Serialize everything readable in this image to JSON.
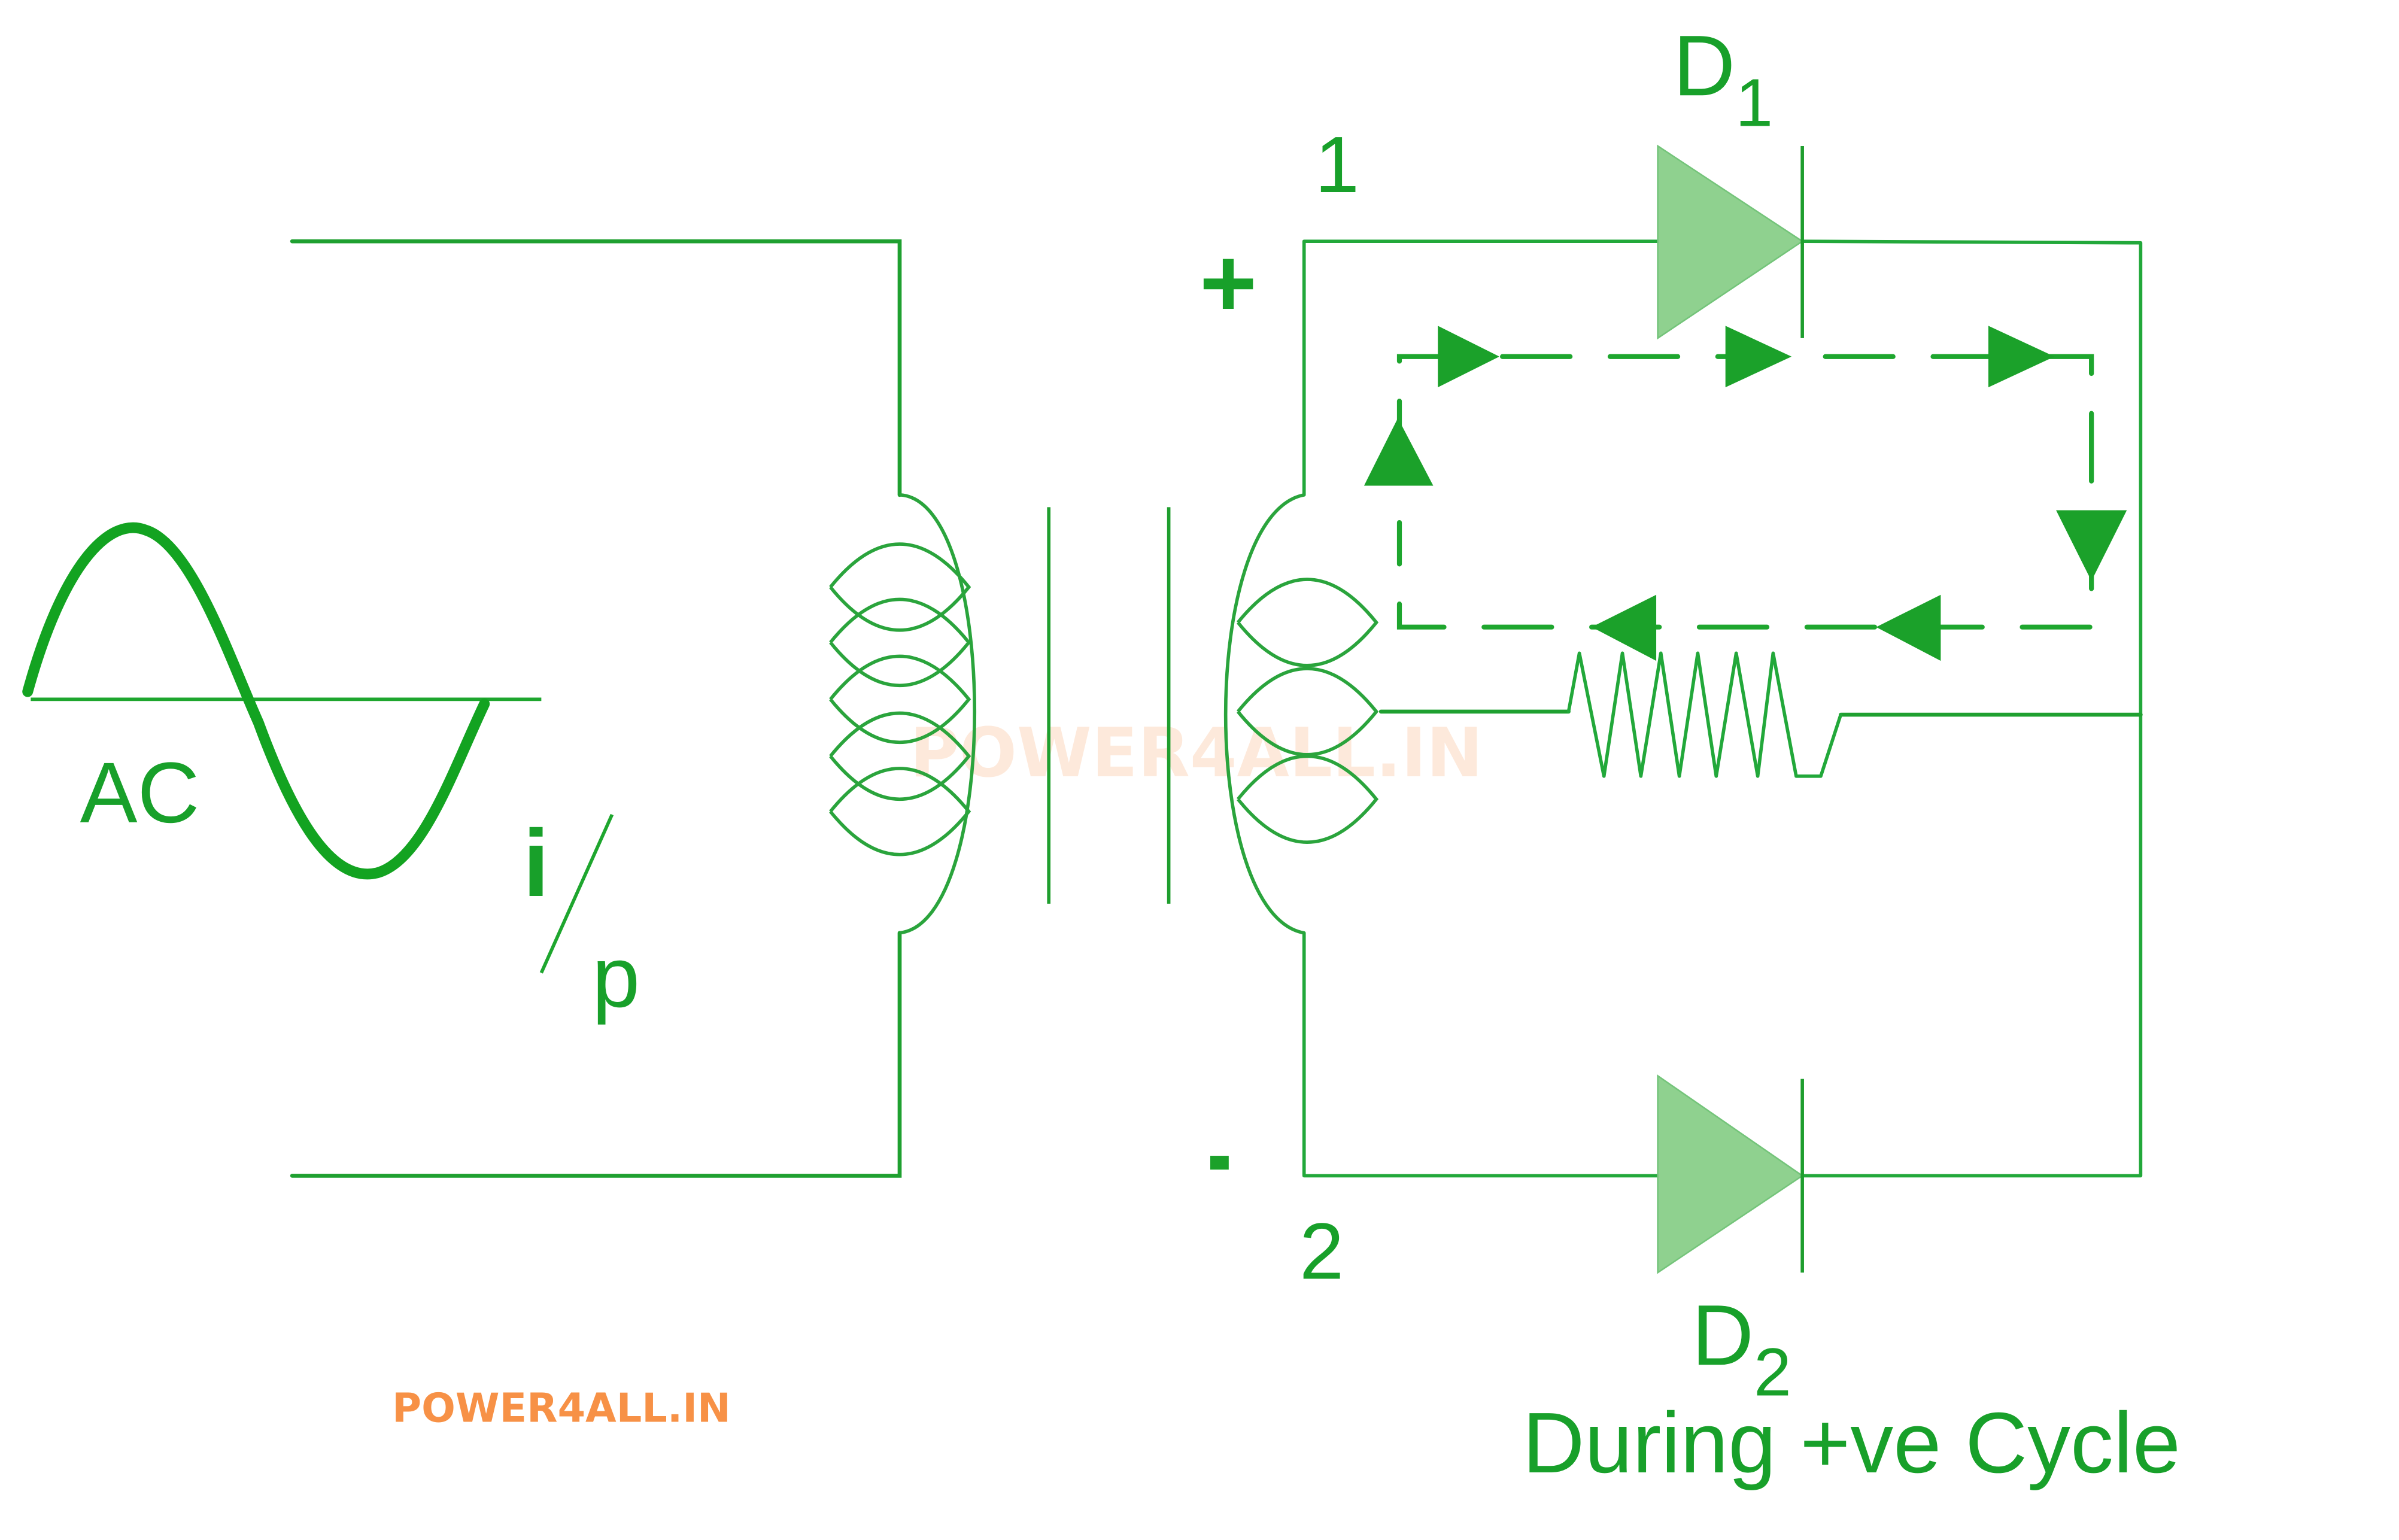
{
  "diagram": {
    "title": "Center-tapped full wave rectifier",
    "caption": "During +ve Cycle",
    "source_label": "AC",
    "input_label_i": "i",
    "input_label_p": "p",
    "terminal_1": "1",
    "terminal_2": "2",
    "polarity_top": "+",
    "polarity_bottom": "-",
    "diode_1": {
      "letter": "D",
      "subscript": "1"
    },
    "diode_2": {
      "letter": "D",
      "subscript": "2"
    },
    "watermark": "POWER4ALL.IN",
    "brand": "POWER4ALL.IN",
    "colors": {
      "circuit_green": "#22a83a",
      "diode_fill": "#8fd18f",
      "arrow_green": "#1ba12a",
      "brand_orange": "#f79146",
      "watermark_peach": "#fde2cf"
    },
    "current_path": [
      "terminal-1",
      "D1",
      "load-resistor",
      "center-tap"
    ]
  }
}
